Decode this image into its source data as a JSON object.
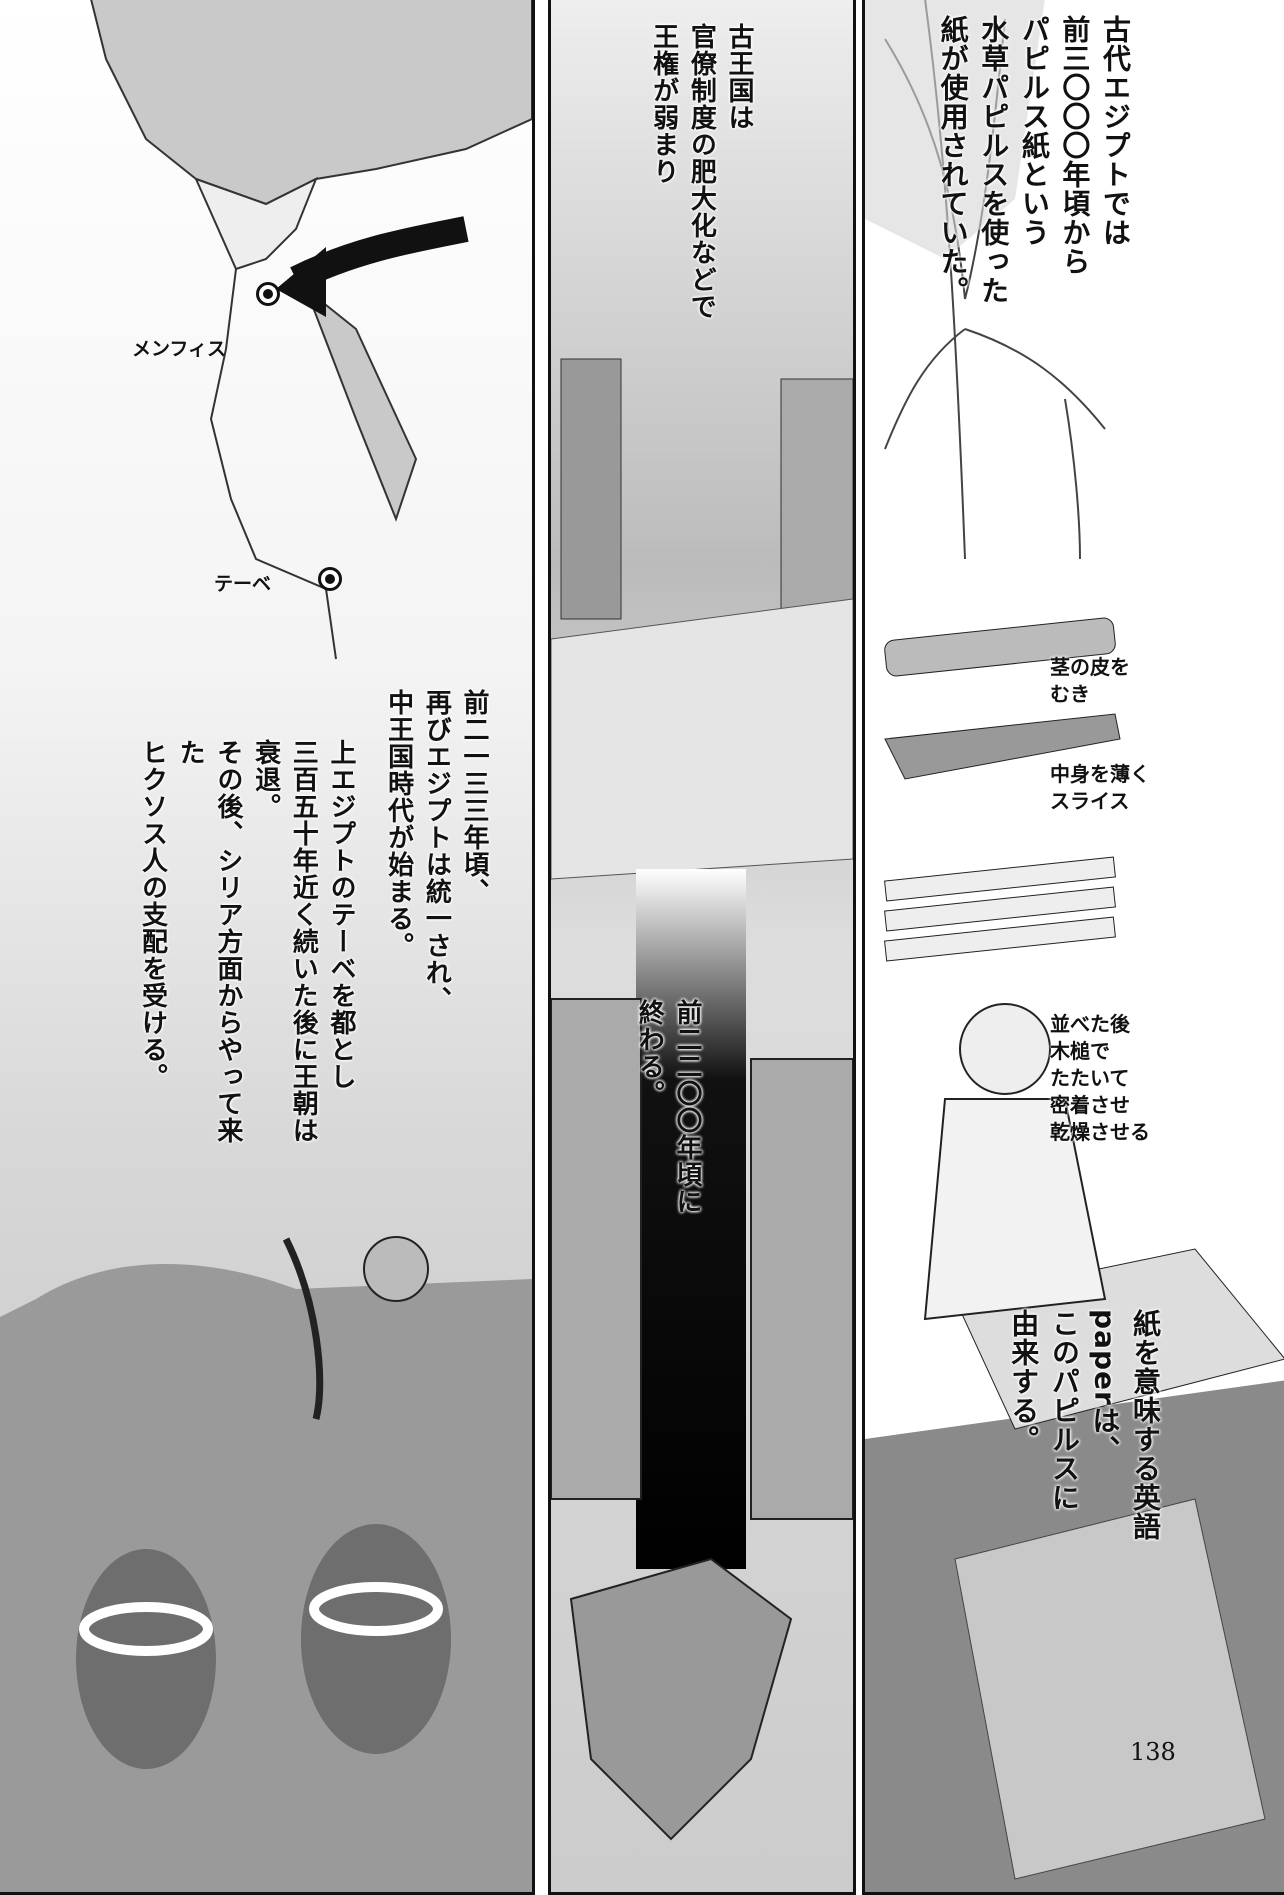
{
  "left_panel": {
    "map_labels": {
      "memphis": "メンフィス",
      "thebes": "テーベ"
    },
    "narration": [
      "前二一三三年頃、",
      "再びエジプトは統一され、",
      "中王国時代が始まる。",
      "上エジプトのテーベを都とし",
      "三百五十年近く続いた後に王朝は衰退。",
      "その後、シリア方面からやって来た",
      "ヒクソス人の支配を受ける。"
    ]
  },
  "middle_panel": {
    "narration_top": [
      "古王国は",
      "官僚制度の肥大化などで",
      "王権が弱まり"
    ],
    "narration_bottom": [
      "前二二〇〇年頃に",
      "終わる。"
    ]
  },
  "right_panel": {
    "narration_top": [
      "古代エジプトでは",
      "前三〇〇〇年頃から",
      "パピルス紙という",
      "水草パピルスを使った",
      "紙が使用されていた。"
    ],
    "step1": [
      "茎の皮を",
      "むき"
    ],
    "step2": [
      "中身を薄く",
      "スライス"
    ],
    "step3": [
      "並べた後",
      "木槌で",
      "たたいて",
      "密着させ",
      "乾燥させる"
    ],
    "narration_bottom": [
      "紙を意味する英語",
      "paperは、",
      "このパピルスに",
      "由来する。"
    ]
  },
  "page_number": "138"
}
